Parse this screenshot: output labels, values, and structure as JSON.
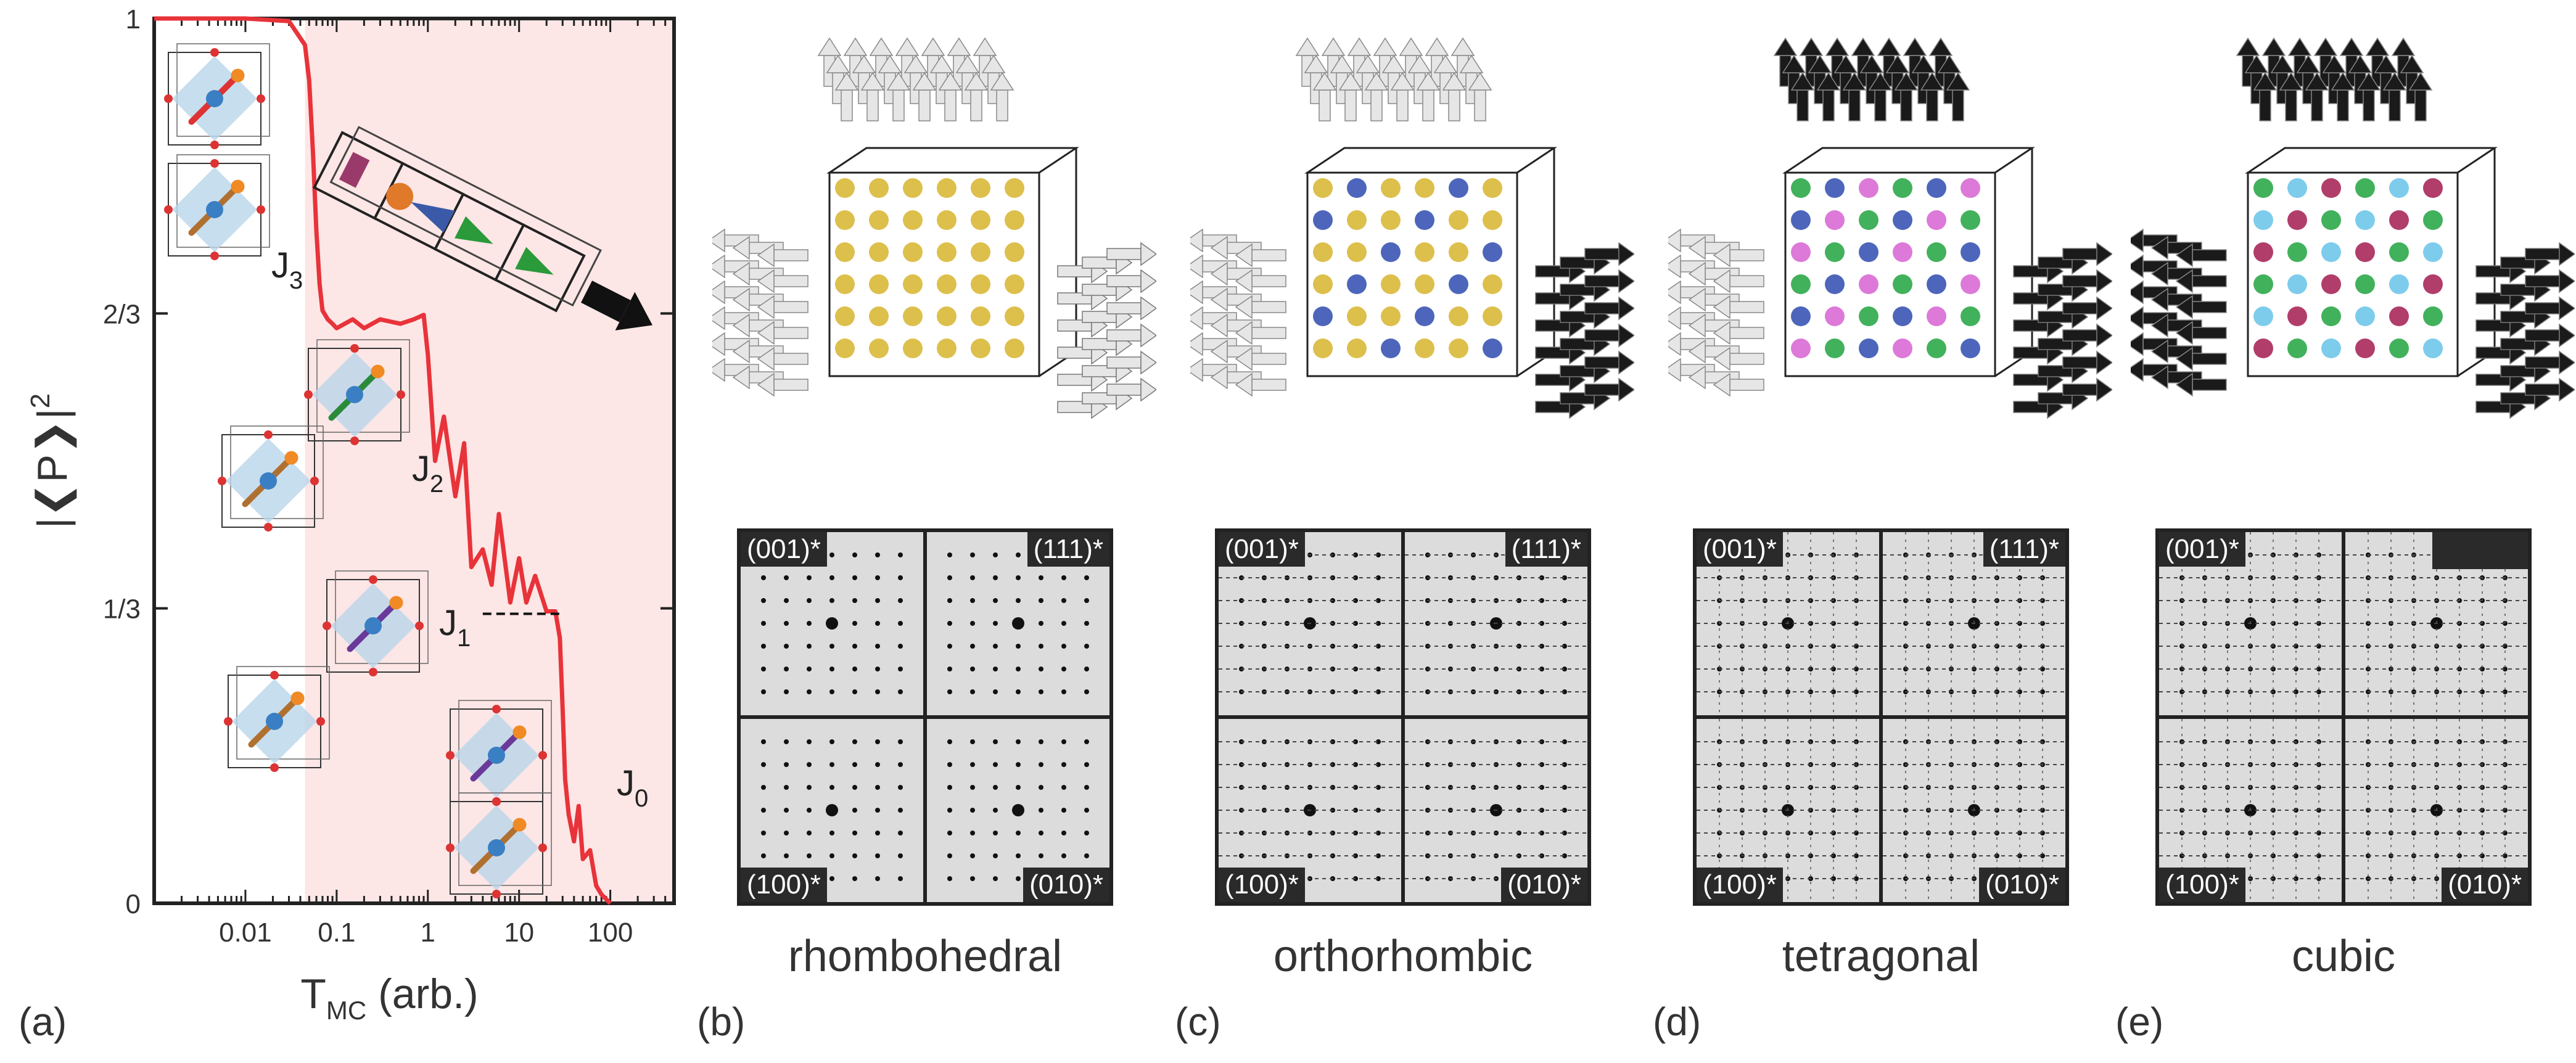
{
  "panel_a": {
    "letter": "(a)",
    "ylabel": "|❮P❯|",
    "ylabel_sup": "2",
    "xlabel_main": "T",
    "xlabel_sub": "MC",
    "xlabel_tail": " (arb.)",
    "y_ticks": [
      "1",
      "2/3",
      "1/3",
      "0"
    ],
    "x_ticks": [
      "0.01",
      "0.1",
      "1",
      "10",
      "100"
    ],
    "annotations": {
      "j3": "J",
      "j3_sub": "3",
      "j2": "J",
      "j2_sub": "2",
      "j1": "J",
      "j1_sub": "1",
      "j0": "J",
      "j0_sub": "0"
    },
    "colors": {
      "curve": "#e8333a",
      "shade": "#fde6e6",
      "frame": "#222222"
    }
  },
  "chart_data": {
    "type": "line",
    "xlabel": "T_MC (arb.)",
    "ylabel": "|<P>|^2",
    "xscale": "log",
    "xlim": [
      0.001,
      500
    ],
    "ylim": [
      0,
      1
    ],
    "y_ticks": [
      "0",
      "1/3",
      "2/3",
      "1"
    ],
    "x_ticks": [
      "0.01",
      "0.1",
      "1",
      "10",
      "100"
    ],
    "series": [
      {
        "x": [
          0.001,
          0.01,
          0.03,
          0.045,
          0.05,
          0.055,
          0.06,
          0.065,
          0.07,
          0.08,
          0.09,
          0.1,
          0.15,
          0.2,
          0.3,
          0.5,
          0.7,
          0.9,
          1.0,
          1.2,
          1.5,
          2,
          2.5,
          3,
          4,
          5,
          6,
          8,
          10,
          12,
          15,
          20,
          25,
          28,
          30,
          32,
          35,
          40,
          45,
          50,
          60,
          70,
          80,
          100
        ],
        "y": [
          1.0,
          1.0,
          0.997,
          0.97,
          0.93,
          0.85,
          0.76,
          0.7,
          0.67,
          0.66,
          0.655,
          0.65,
          0.66,
          0.65,
          0.66,
          0.655,
          0.66,
          0.665,
          0.62,
          0.5,
          0.55,
          0.46,
          0.52,
          0.38,
          0.4,
          0.36,
          0.44,
          0.34,
          0.39,
          0.34,
          0.37,
          0.33,
          0.33,
          0.3,
          0.22,
          0.14,
          0.1,
          0.07,
          0.11,
          0.05,
          0.06,
          0.02,
          0.01,
          0.0
        ]
      }
    ]
  },
  "panels": [
    {
      "letter": "(b)",
      "name": "rhombohedral",
      "labels": {
        "tl": "(001)*",
        "tr": "(111)*",
        "bl": "(100)*",
        "br": "(010)*"
      },
      "arrow_colors": [
        "#e6e6e6",
        "#e6e6e6",
        "#e6e6e6"
      ],
      "pattern": "points"
    },
    {
      "letter": "(c)",
      "name": "orthorhombic",
      "labels": {
        "tl": "(001)*",
        "tr": "(111)*",
        "bl": "(100)*",
        "br": "(010)*"
      },
      "arrow_colors": [
        "#e6e6e6",
        "#e6e6e6",
        "#1a1a1a"
      ],
      "pattern": "rows"
    },
    {
      "letter": "(d)",
      "name": "tetragonal",
      "labels": {
        "tl": "(001)*",
        "tr": "(111)*",
        "bl": "(100)*",
        "br": "(010)*"
      },
      "arrow_colors": [
        "#1a1a1a",
        "#e6e6e6",
        "#1a1a1a"
      ],
      "pattern": "rows-cols"
    },
    {
      "letter": "(e)",
      "name": "cubic",
      "labels": {
        "tl": "(001)*",
        "tr": "",
        "bl": "(100)*",
        "br": "(010)*"
      },
      "arrow_colors": [
        "#1a1a1a",
        "#1a1a1a",
        "#1a1a1a"
      ],
      "pattern": "grid"
    }
  ]
}
